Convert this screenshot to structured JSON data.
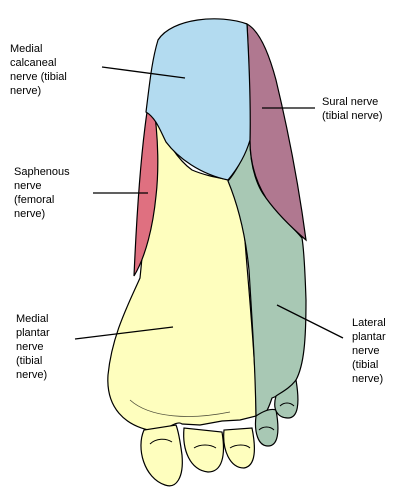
{
  "regions": [
    {
      "key": "medial_calcaneal",
      "lines": [
        "Medial",
        "calcaneal",
        "nerve (tibial",
        "nerve)"
      ],
      "color": "#b3dbf0"
    },
    {
      "key": "sural",
      "lines": [
        "Sural nerve",
        "(tibial nerve)"
      ],
      "color": "#b07890"
    },
    {
      "key": "saphenous",
      "lines": [
        "Saphenous",
        "nerve",
        "(femoral",
        "nerve)"
      ],
      "color": "#df7080"
    },
    {
      "key": "medial_plantar",
      "lines": [
        "Medial",
        "plantar",
        "nerve",
        "(tibial",
        "nerve)"
      ],
      "color": "#fefebe"
    },
    {
      "key": "lateral_plantar",
      "lines": [
        "Lateral",
        "plantar",
        "nerve",
        "(tibial",
        "nerve)"
      ],
      "color": "#a8c8b4"
    }
  ],
  "outline_color": "#000000"
}
